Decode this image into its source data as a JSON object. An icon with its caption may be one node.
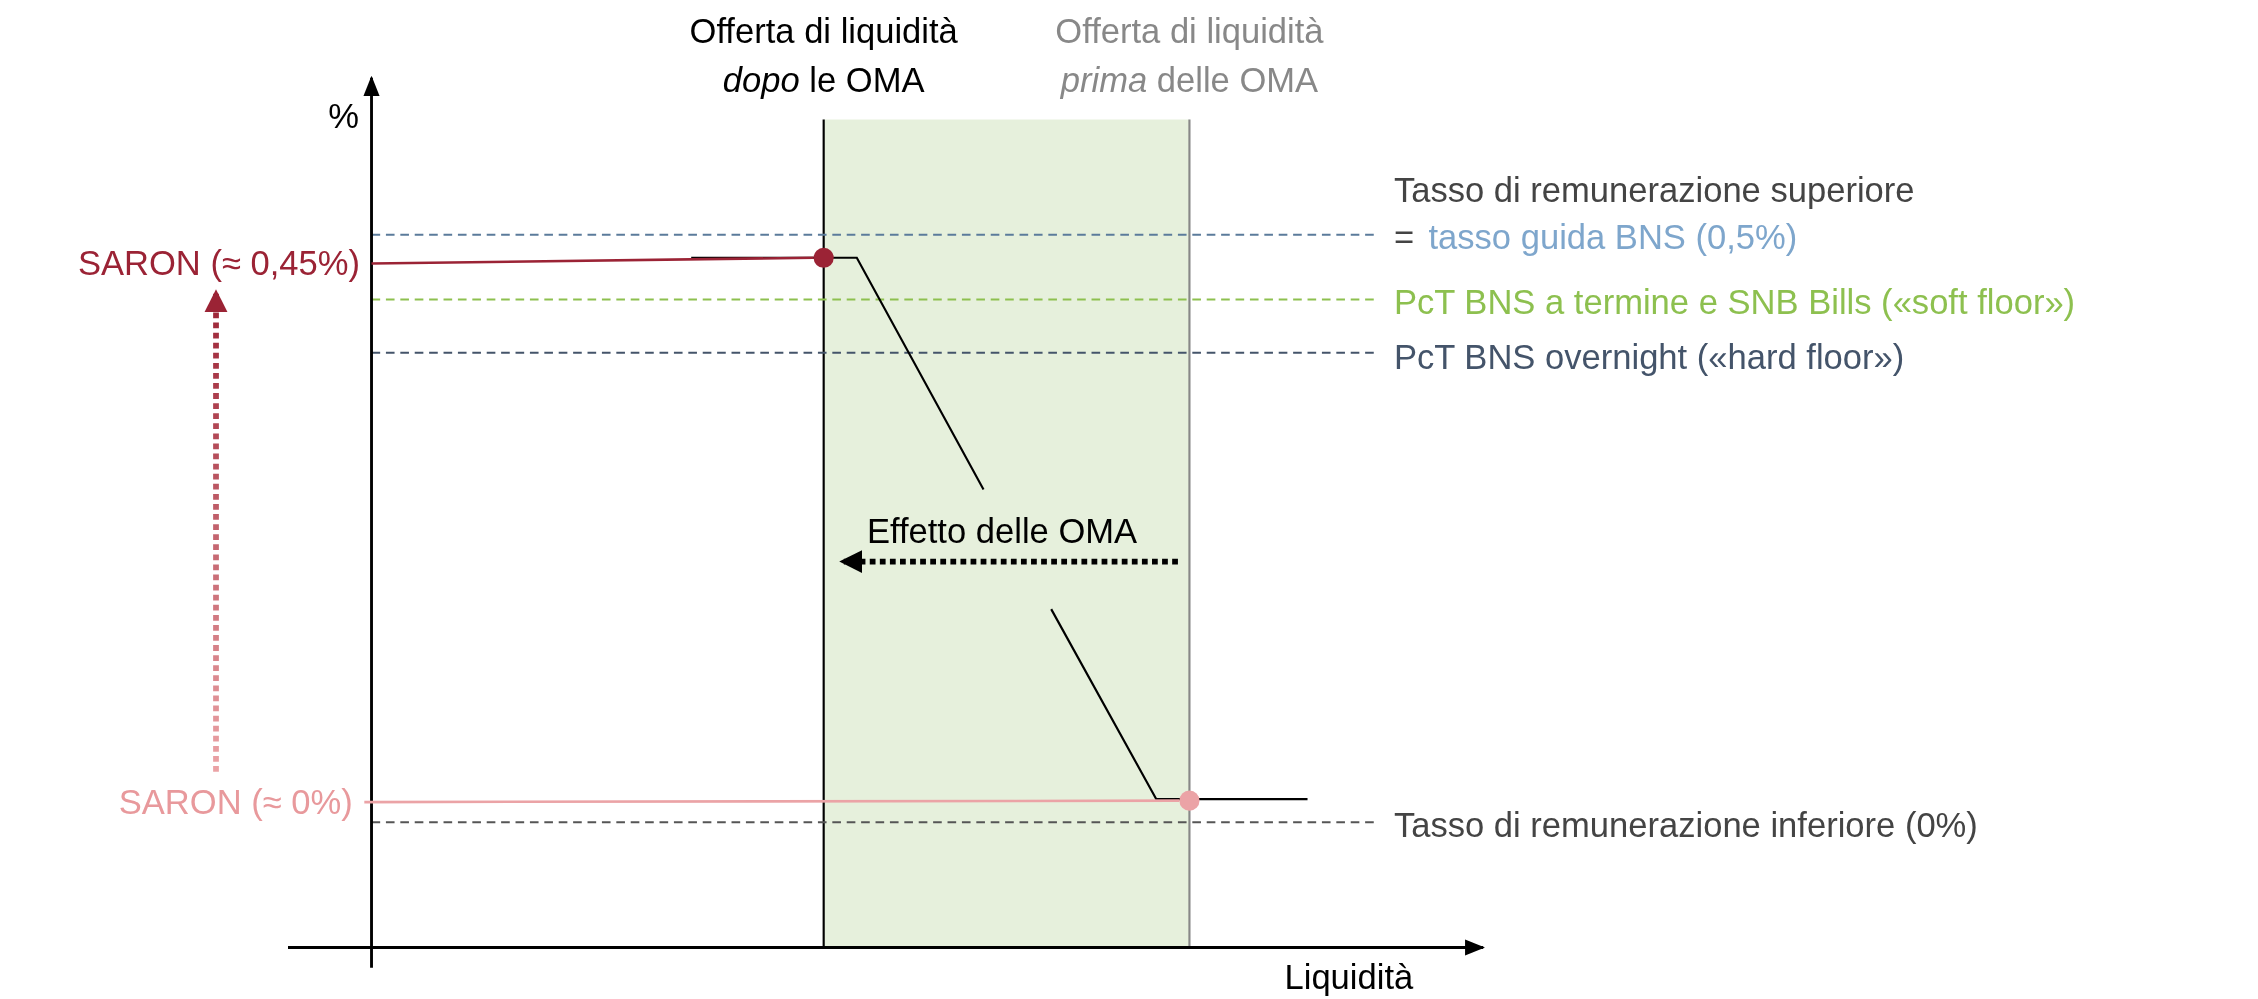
{
  "diagram": {
    "nodes": [
      {
        "text": [
          "SARON (≈ 0,45%)"
        ]
      },
      {
        "text": [
          "SARON (≈ 0%)"
        ]
      },
      {
        "text": [],
        "shape": "circle"
      },
      {
        "text": [],
        "shape": "circle"
      }
    ],
    "edges": [
      {
        "from": 0,
        "to": 2,
        "arrow": "none",
        "color": "#9b2335"
      },
      {
        "from": 1,
        "to": 3,
        "arrow": "none",
        "color": "#eba3a6"
      },
      {
        "from": 1,
        "to": 0,
        "arrow": "to",
        "style": "dashed"
      }
    ],
    "labels": [
      "Offerta di liquidità *dopo* le OMA",
      "Offerta di liquidità *prima* delle OMA",
      "%",
      "Tasso di remunerazione superiore",
      "=",
      "tasso guida BNS (0,5%)",
      "PcT BNS a termine e SNB Bills («soft floor»)",
      "PcT BNS overnight («hard floor»)",
      "Effetto delle OMA",
      "Tasso di remunerazione inferiore (0%)",
      "Liquidità"
    ]
  }
}
